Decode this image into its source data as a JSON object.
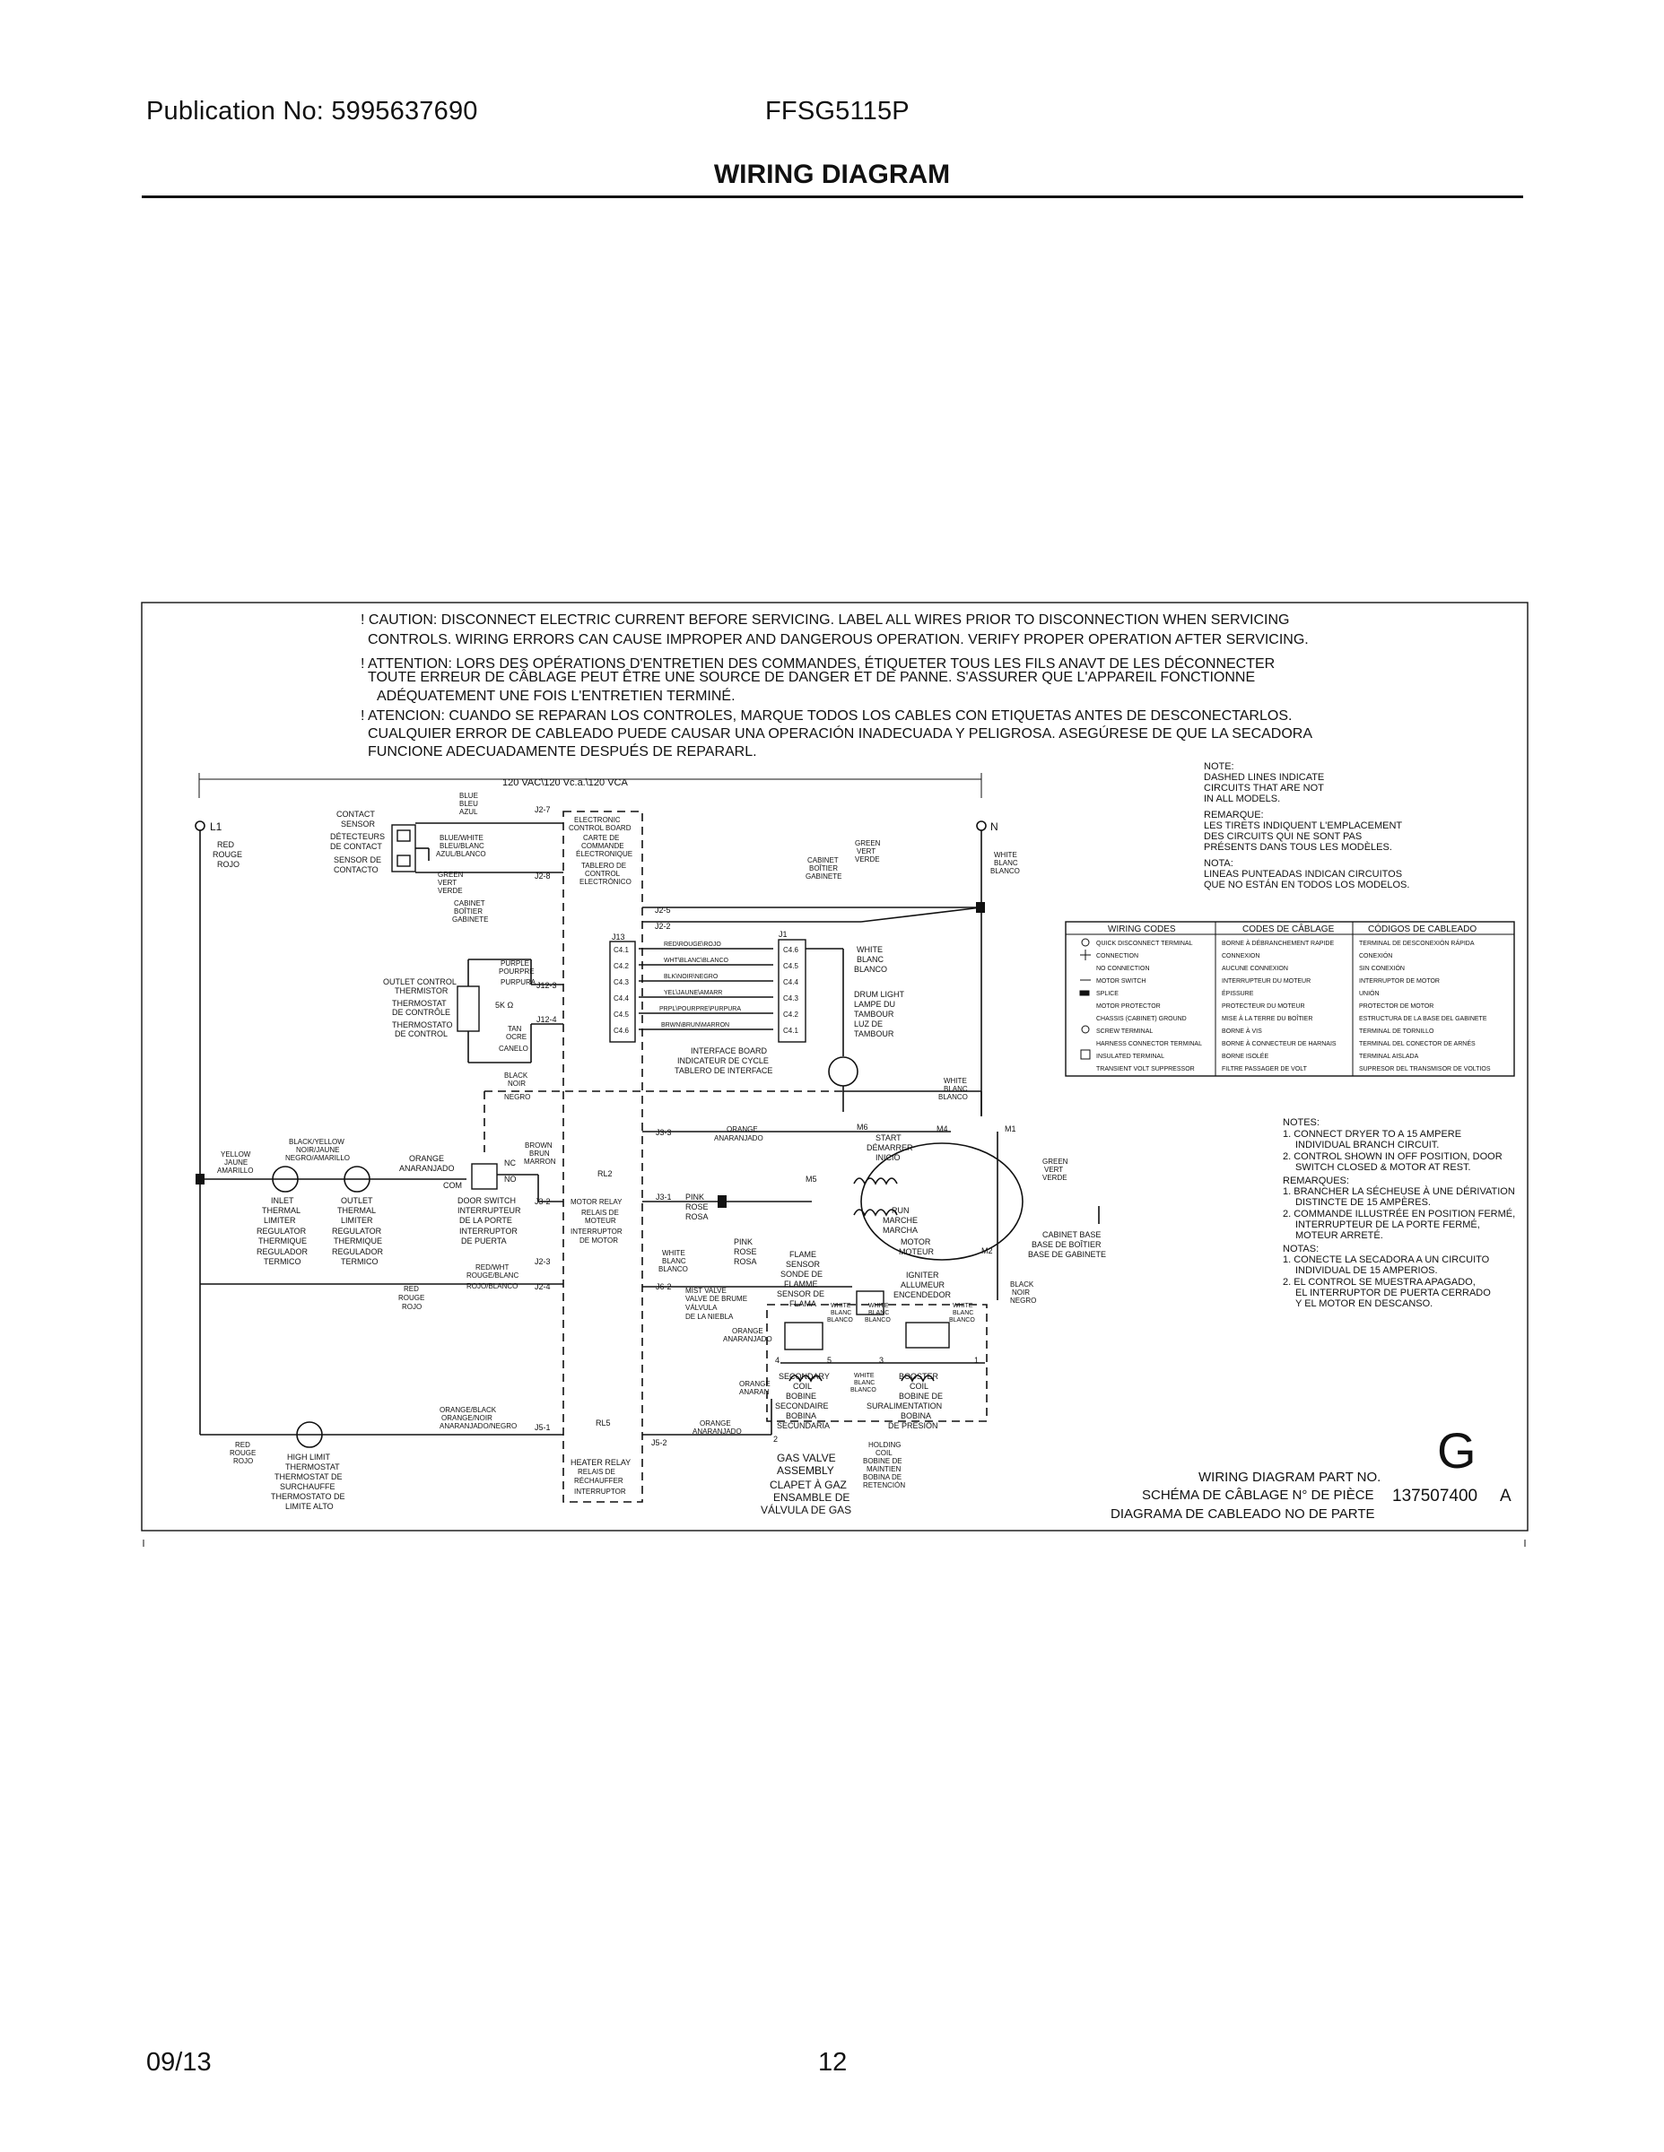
{
  "header": {
    "publication": "Publication No: 5995637690",
    "model": "FFSG5115P",
    "title": "WIRING DIAGRAM"
  },
  "footer": {
    "date": "09/13",
    "page": "12"
  },
  "caution": [
    "! CAUTION: DISCONNECT ELECTRIC CURRENT BEFORE SERVICING. LABEL ALL WIRES PRIOR TO DISCONNECTION WHEN SERVICING",
    "CONTROLS. WIRING ERRORS CAN CAUSE IMPROPER AND DANGEROUS OPERATION. VERIFY PROPER OPERATION AFTER SERVICING.",
    "! ATTENTION: LORS DES OPÉRATIONS D'ENTRETIEN DES COMMANDES, ÉTIQUETER TOUS LES FILS ANAVT DE LES DÉCONNECTER",
    "TOUTE ERREUR DE CÂBLAGE PEUT ÊTRE UNE SOURCE DE DANGER ET DE PANNE. S'ASSURER QUE L'APPAREIL FONCTIONNE",
    "ADÉQUATEMENT UNE FOIS L'ENTRETIEN TERMINÉ.",
    "! ATENCION: CUANDO SE REPARAN LOS CONTROLES, MARQUE TODOS LOS CABLES CON ETIQUETAS ANTES DE DESCONECTARLOS.",
    "CUALQUIER ERROR DE CABLEADO PUEDE CAUSAR UNA OPERACIÓN INADECUADA Y PELIGROSA. ASEGÚRESE DE QUE LA SECADORA",
    "FUNCIONE ADECUADAMENTE DESPUÉS DE REPARARL."
  ],
  "voltage": "120 VAC\\120 Vc.a.\\120 VCA",
  "lines": {
    "l1": "L1",
    "n": "N"
  },
  "note": [
    "NOTE:",
    "DASHED LINES INDICATE",
    "CIRCUITS THAT ARE NOT",
    "IN ALL MODELS.",
    "REMARQUE:",
    "LES TIRETS INDIQUENT L'EMPLACEMENT",
    "DES CIRCUITS QUI NE SONT PAS",
    "PRÉSENTS DANS TOUS LES MODÈLES.",
    "NOTA:",
    "LINEAS PUNTEADAS INDICAN CIRCUITOS",
    "QUE NO ESTÁN EN TODOS LOS MODELOS."
  ],
  "legend": {
    "headers": [
      "WIRING CODES",
      "CODES DE CÂBLAGE",
      "CÓDIGOS DE CABLEADO"
    ],
    "rows": [
      [
        "QUICK DISCONNECT TERMINAL",
        "BORNE À DÉBRANCHEMENT RAPIDE",
        "TERMINAL DE DESCONEXIÓN RÁPIDA"
      ],
      [
        "CONNECTION",
        "CONNEXION",
        "CONEXIÓN"
      ],
      [
        "NO CONNECTION",
        "AUCUNE CONNEXION",
        "SIN CONEXIÓN"
      ],
      [
        "MOTOR SWITCH",
        "INTERRUPTEUR DU MOTEUR",
        "INTERRUPTOR DE MOTOR"
      ],
      [
        "SPLICE",
        "ÉPISSURE",
        "UNIÓN"
      ],
      [
        "MOTOR PROTECTOR",
        "PROTECTEUR DU MOTEUR",
        "PROTECTOR DE MOTOR"
      ],
      [
        "CHASSIS (CABINET) GROUND",
        "MISE À LA TERRE DU BOÎTIER",
        "ESTRUCTURA DE LA BASE DEL GABINETE"
      ],
      [
        "SCREW TERMINAL",
        "BORNE À VIS",
        "TERMINAL DE TORNILLO"
      ],
      [
        "HARNESS CONNECTOR TERMINAL",
        "BORNE À CONNECTEUR DE HARNAIS",
        "TERMINAL DEL CONECTOR DE ARNÉS"
      ],
      [
        "INSULATED TERMINAL",
        "BORNE ISOLÉE",
        "TERMINAL AISLADA"
      ],
      [
        "TRANSIENT VOLT SUPPRESSOR",
        "FILTRE PASSAGER DE VOLT",
        "SUPRESOR DEL TRANSMISOR DE VOLTIOS"
      ]
    ]
  },
  "notes2": [
    "NOTES:",
    "1. CONNECT DRYER TO A 15 AMPERE",
    "INDIVIDUAL BRANCH CIRCUIT.",
    "2. CONTROL SHOWN IN OFF POSITION, DOOR",
    "SWITCH CLOSED & MOTOR AT REST.",
    "REMARQUES:",
    "1. BRANCHER LA SÉCHEUSE À UNE DÉRIVATION",
    "DISTINCTE DE 15 AMPÈRES.",
    "2. COMMANDE ILLUSTRÉE EN POSITION FERMÉ,",
    "INTERRUPTEUR DE LA PORTE FERMÉ,",
    "MOTEUR ARRETÉ.",
    "NOTAS:",
    "1. CONECTE LA SECADORA A UN CIRCUITO",
    "INDIVIDUAL DE 15 AMPERIOS.",
    "2. EL CONTROL SE MUESTRA APAGADO,",
    "EL INTERRUPTOR DE PUERTA CERRADO",
    "Y EL MOTOR EN DESCANSO."
  ],
  "labels": {
    "contact_sensor": [
      "CONTACT",
      "SENSOR",
      "DÉTECTEURS",
      "DE CONTACT",
      "SENSOR DE",
      "CONTACTO"
    ],
    "blue": [
      "BLUE",
      "BLEU",
      "AZUL"
    ],
    "blue_white": [
      "BLUE/WHITE",
      "BLEU/BLANC",
      "AZUL/BLANCO"
    ],
    "green1": [
      "GREEN",
      "VERT",
      "VERDE"
    ],
    "cabinet1": [
      "CABINET",
      "BOÎTIER",
      "GABINETE"
    ],
    "ecb": [
      "ELECTRONIC",
      "CONTROL BOARD",
      "CARTE DE",
      "COMMANDE",
      "ÉLECTRONIQUE",
      "TABLERO DE",
      "CONTROL",
      "ELECTRÓNICO"
    ],
    "cabinet2": [
      "CABINET",
      "BOÎTIER",
      "GABINETE"
    ],
    "green2": [
      "GREEN",
      "VERT",
      "VERDE"
    ],
    "white_n": [
      "WHITE",
      "BLANC",
      "BLANCO"
    ],
    "j2_7": "J2-7",
    "j2_8": "J2-8",
    "j2_5": "J2-5",
    "j2_2": "J2-2",
    "j13": "J13",
    "j1": "J1",
    "c4_left": [
      "C4.1",
      "C4.2",
      "C4.3",
      "C4.4",
      "C4.5",
      "C4.6"
    ],
    "c4_right": [
      "C4.6",
      "C4.5",
      "C4.4",
      "C4.3",
      "C4.2",
      "C4.1"
    ],
    "harness": [
      "RED\\ROUGE\\ROJO",
      "WHT\\BLANC\\BLANCO",
      "BLK\\NOIR\\NEGRO",
      "YEL\\JAUNE\\AMARR",
      "PRPL\\POURPRE\\PURPURA",
      "BRWN\\BRUN\\MARRON"
    ],
    "white_drum": [
      "WHITE",
      "BLANC",
      "BLANCO"
    ],
    "drum_light": [
      "DRUM LIGHT",
      "LAMPE DU",
      "TAMBOUR",
      "LUZ DE",
      "TAMBOUR"
    ],
    "interface": [
      "INTERFACE BOARD",
      "INDICATEUR DE CYCLE",
      "TABLERO DE INTERFACE"
    ],
    "purple": [
      "PURPLE",
      "POURPRE",
      "PURPURA"
    ],
    "j12_3": "J12-3",
    "j12_4": "J12-4",
    "outlet_thermistor": [
      "OUTLET CONTROL",
      "THERMISTOR",
      "THERMOSTAT",
      "DE CONTRÔLE",
      "THERMOSTATO",
      "DE CONTROL"
    ],
    "ohm": "5K Ω",
    "tan": [
      "TAN",
      "OCRE",
      "CANELO"
    ],
    "black_noir": [
      "BLACK",
      "NOIR",
      "NEGRO"
    ],
    "white2": [
      "WHITE",
      "BLANC",
      "BLANCO"
    ],
    "red_l1": [
      "RED",
      "ROUGE",
      "ROJO"
    ],
    "yellow": [
      "YELLOW",
      "JAUNE",
      "AMARILLO"
    ],
    "black_yellow": [
      "BLACK/YELLOW",
      "NOIR/JAUNE",
      "NEGRO/AMARILLO"
    ],
    "orange1": [
      "ORANGE",
      "ANARANJADO"
    ],
    "brown": [
      "BROWN",
      "BRUN",
      "MARRON"
    ],
    "nc": "NC",
    "no": "NO",
    "com": "COM",
    "inlet": [
      "INLET",
      "THERMAL",
      "LIMITER",
      "REGULATOR",
      "THERMIQUE",
      "REGULADOR",
      "TERMICO"
    ],
    "outlet": [
      "OUTLET",
      "THERMAL",
      "LIMITER",
      "REGULATOR",
      "THERMIQUE",
      "REGULADOR",
      "TERMICO"
    ],
    "door_switch": [
      "DOOR SWITCH",
      "INTERRUPTEUR",
      "DE LA PORTE",
      "INTERRUPTOR",
      "DE PUERTA"
    ],
    "j3_2": "J3-2",
    "rl2": "RL2",
    "motor_relay": [
      "MOTOR RELAY",
      "RELAIS DE",
      "MOTEUR",
      "INTERRUPTOR",
      "DE MOTOR"
    ],
    "j3_3": "J3-3",
    "j3_1": "J3-1",
    "orange2": [
      "ORANGE",
      "ANARANJADO"
    ],
    "pink1": [
      "PINK",
      "ROSE",
      "ROSA"
    ],
    "m6": "M6",
    "m4": "M4",
    "m1": "M1",
    "m5": "M5",
    "m2": "M2",
    "start": [
      "START",
      "DÉMARRER",
      "INICIO"
    ],
    "run": [
      "RUN",
      "MARCHE",
      "MARCHA"
    ],
    "motor": [
      "MOTOR",
      "MOTEUR"
    ],
    "white_m": [
      "WHITE",
      "BLANC",
      "BLANCO"
    ],
    "green3": [
      "GREEN",
      "VERT",
      "VERDE"
    ],
    "cabinet_base": [
      "CABINET BASE",
      "BASE DE BOÎTIER",
      "BASE DE GABINETE"
    ],
    "j2_3": "J2-3",
    "j2_4": "J2-4",
    "red_wht": [
      "RED/WHT",
      "ROUGE/BLANC",
      "ROJO/BLANCO"
    ],
    "red2": [
      "RED",
      "ROUGE",
      "ROJO"
    ],
    "white3": [
      "WHITE",
      "BLANC",
      "BLANCO"
    ],
    "pink2": [
      "PINK",
      "ROSE",
      "ROSA"
    ],
    "j6_2": "J6-2",
    "mist_valve": [
      "MIST VALVE",
      "VALVE DE BRUME",
      "VÁLVULA",
      "DE LA NIEBLA"
    ],
    "flame_sensor": [
      "FLAME",
      "SENSOR",
      "SONDE DE",
      "FLAMME",
      "SENSOR DE",
      "FLAMA"
    ],
    "igniter": [
      "IGNITER",
      "ALLUMEUR",
      "ENCENDEDOR"
    ],
    "black_neg": [
      "BLACK",
      "NOIR",
      "NEGRO"
    ],
    "orange3": [
      "ORANGE",
      "ANARANJADO"
    ],
    "white_fs": [
      "WHITE",
      "BLANC",
      "BLANCO"
    ],
    "white_ig": [
      "WHITE",
      "BLANC",
      "BLANCO"
    ],
    "white_bc": [
      "WHITE",
      "BLANC",
      "BLANCO"
    ],
    "white_sc": [
      "WHITE",
      "BLANC",
      "BLANCO"
    ],
    "orange4": [
      "ORANGE",
      "ANARAN"
    ],
    "n4": "4",
    "n5": "5",
    "n3": "3",
    "n1": "1",
    "n2": "2",
    "secondary": [
      "SECONDARY",
      "COIL",
      "BOBINE",
      "SECONDAIRE",
      "BOBINA",
      "SECUNDARIA"
    ],
    "booster": [
      "BOOSTER",
      "COIL",
      "BOBINE DE",
      "SURALIMENTATION",
      "BOBINA",
      "DE PRESIÓN"
    ],
    "holding": [
      "HOLDING",
      "COIL",
      "BOBINE DE",
      "MAINTIEN",
      "BOBINA DE",
      "RETENCIÓN"
    ],
    "gas_valve": [
      "GAS VALVE",
      "ASSEMBLY",
      "CLAPET À GAZ",
      "ENSAMBLE DE",
      "VÁLVULA DE GAS"
    ],
    "orange_black": [
      "ORANGE/BLACK",
      "ORANGE/NOIR",
      "ANARANJADO/NEGRO"
    ],
    "j5_1": "J5-1",
    "rl5": "RL5",
    "j5_2": "J5-2",
    "orange5": [
      "ORANGE",
      "ANARANJADO"
    ],
    "heater_relay": [
      "HEATER RELAY",
      "RELAIS DE",
      "RÉCHAUFFER",
      "INTERRUPTOR"
    ],
    "red3": [
      "RED",
      "ROUGE",
      "ROJO"
    ],
    "high_limit": [
      "HIGH LIMIT",
      "THERMOSTAT",
      "THERMOSTAT DE",
      "SURCHAUFFE",
      "THERMOSTATO DE",
      "LIMITE ALTO"
    ]
  },
  "part": {
    "letter": "G",
    "lines": [
      "WIRING DIAGRAM PART NO.",
      "SCHÉMA DE CÂBLAGE N° DE PIÈCE",
      "DIAGRAMA DE CABLEADO NO DE PARTE"
    ],
    "number": "137507400",
    "rev": "A"
  }
}
